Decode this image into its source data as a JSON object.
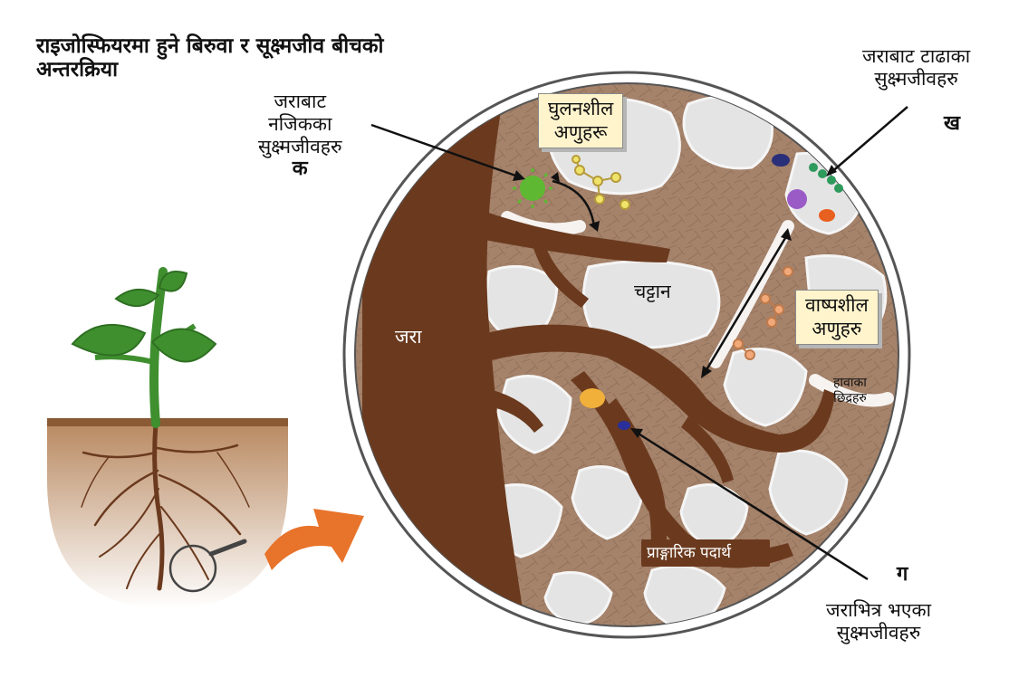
{
  "title": {
    "line1": "राइजोस्फियरमा हुने बिरुवा र सूक्ष्मजीव बीचको",
    "line2": "अन्तरक्रिया"
  },
  "labels": {
    "near_root": [
      "जराबाट",
      "नजिकका",
      "सुक्ष्मजीवहरु"
    ],
    "near_root_letter": "क",
    "far_root": [
      "जराबाट टाढाका",
      "सुक्ष्मजीवहरु"
    ],
    "far_root_letter": "ख",
    "inside_root": [
      "जराभित्र भएका",
      "सुक्ष्मजीवहरु"
    ],
    "inside_root_letter": "ग",
    "soluble": [
      "घुलनशील",
      "अणुहरू"
    ],
    "volatile": [
      "वाष्पशील",
      "अणुहरु"
    ],
    "root": "जरा",
    "rock": "चट्टान",
    "air_pores": [
      "हावाका",
      "छिद्रहरु"
    ],
    "organic_matter": "प्राङ्गारिक पदार्थ"
  },
  "colors": {
    "soil": "#a5826a",
    "root": "#6b3a1e",
    "rock": "#e4e4e4",
    "leaf": "#3f8f2f",
    "arrow": "#e8732a",
    "label_box": "#fff4cc"
  }
}
